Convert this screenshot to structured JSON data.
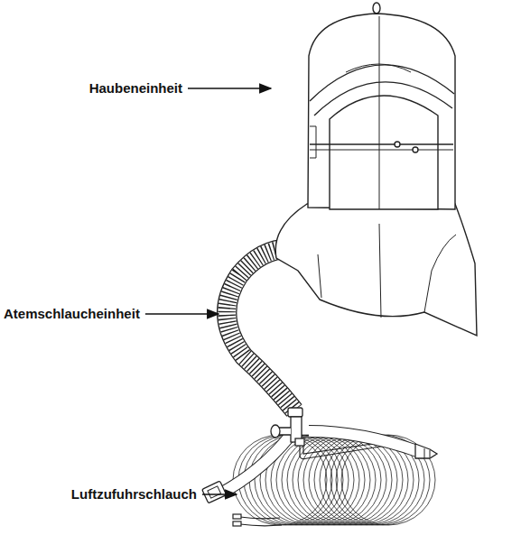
{
  "diagram": {
    "labels": [
      "Haubeneinheit",
      "Atemschlaucheinheit",
      "Luftzufuhrschlauch"
    ]
  }
}
